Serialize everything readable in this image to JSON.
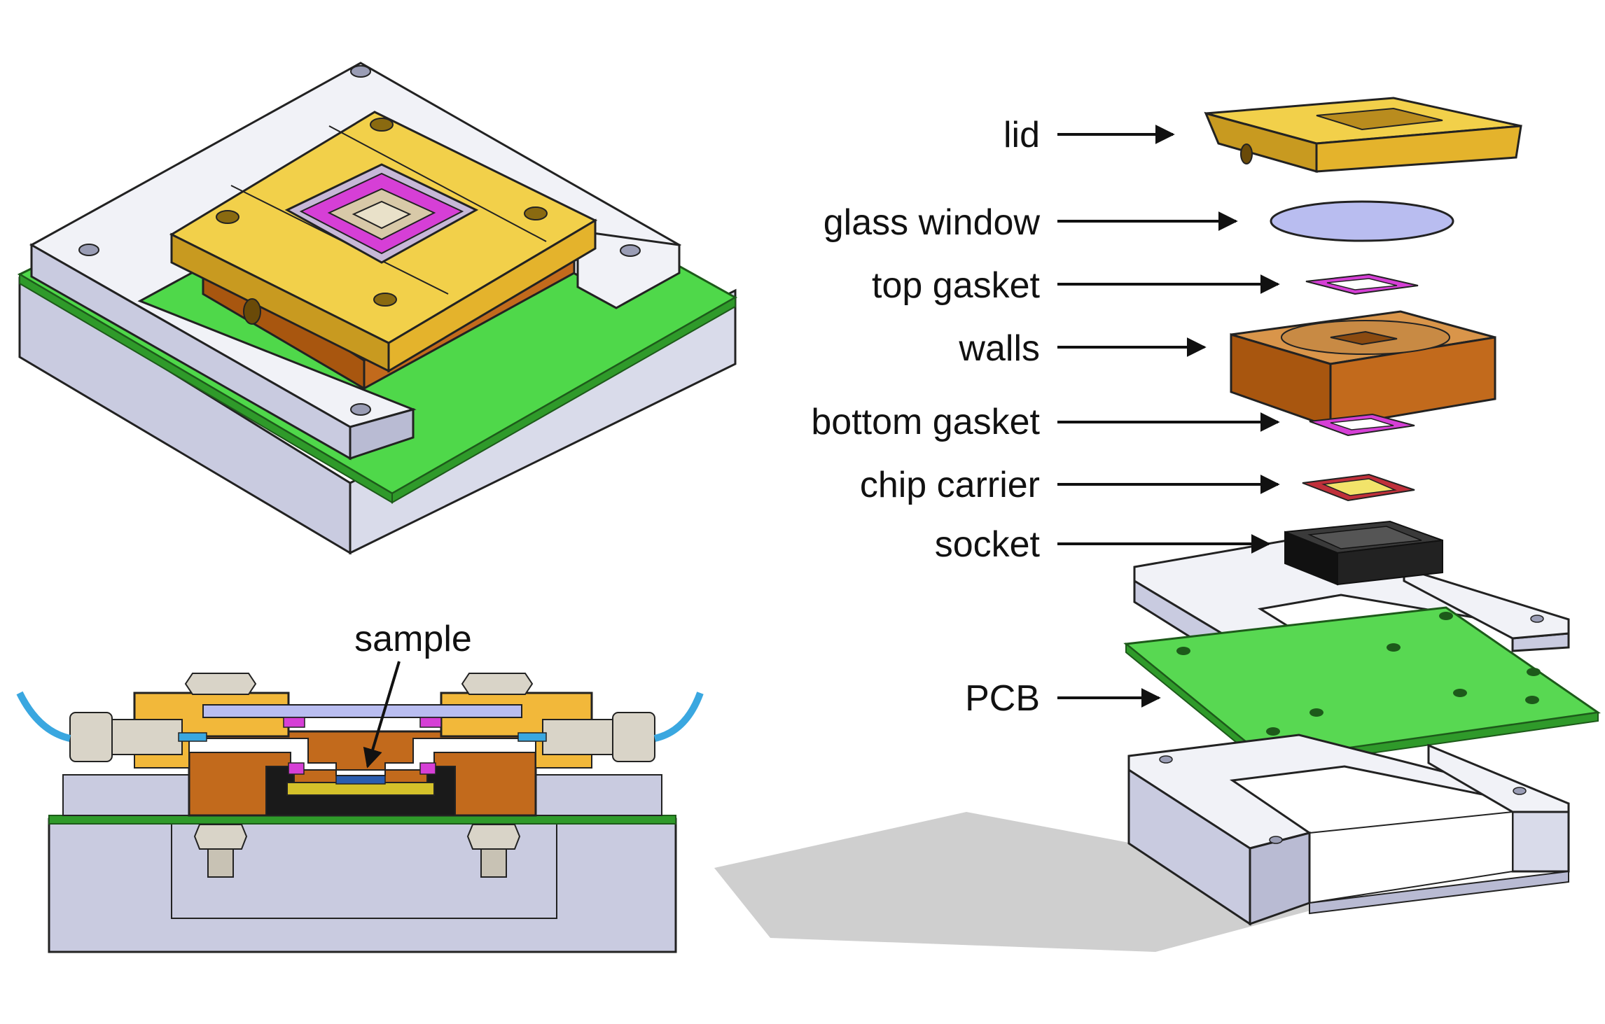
{
  "labels": {
    "lid": "lid",
    "glass_window": "glass window",
    "top_gasket": "top gasket",
    "walls": "walls",
    "bottom_gasket": "bottom gasket",
    "chip_carrier": "chip carrier",
    "socket": "socket",
    "pcb": "PCB",
    "sample": "sample"
  },
  "colors": {
    "lid": "#f2d04a",
    "walls": "#c26a1c",
    "gasket": "#d63fd6",
    "glass": "#b9bdf0",
    "chip_carrier": "#c0303a",
    "socket": "#1a1a1a",
    "pcb": "#4fd84a",
    "frame": "#f1f2f7",
    "frame_side": "#c9cbe0",
    "tube": "#3aa7e0",
    "fitting": "#d9d4c8"
  }
}
